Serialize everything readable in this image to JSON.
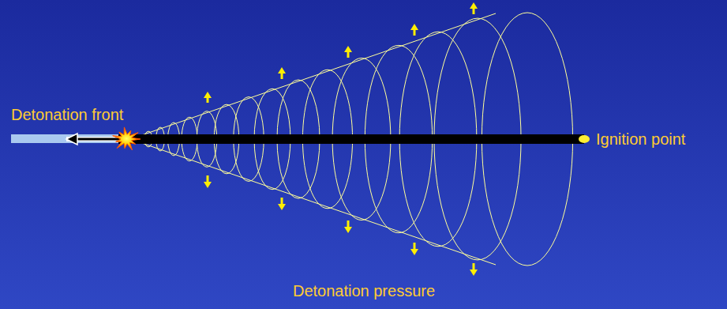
{
  "diagram": {
    "labels": [
      "Detonation front",
      "Ignition point",
      "Detonation pressure"
    ]
  }
}
